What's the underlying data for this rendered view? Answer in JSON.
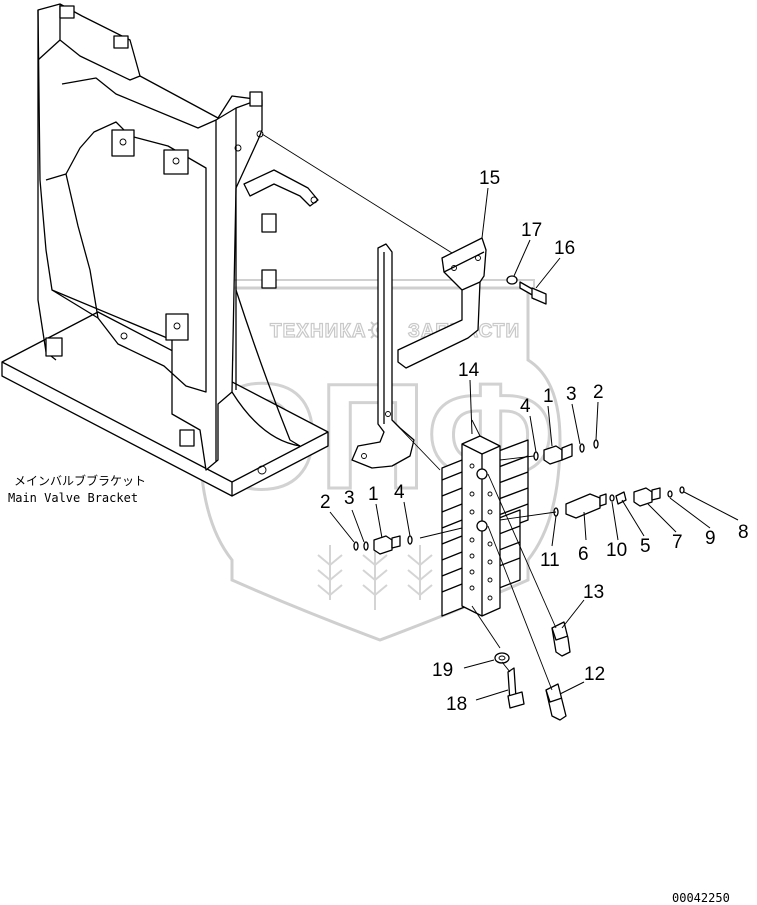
{
  "diagram": {
    "caption_jp": "メインバルブブラケット",
    "caption_en": "Main Valve Bracket",
    "drawing_number": "00042250",
    "watermark": {
      "left_word": "ТЕХНИКА",
      "right_word": "ЗАПЧАСТИ",
      "letters": "ЭПФ"
    },
    "callouts": [
      {
        "id": "c15",
        "text": "15"
      },
      {
        "id": "c17",
        "text": "17"
      },
      {
        "id": "c16",
        "text": "16"
      },
      {
        "id": "c14",
        "text": "14"
      },
      {
        "id": "c4a",
        "text": "4"
      },
      {
        "id": "c1a",
        "text": "1"
      },
      {
        "id": "c3a",
        "text": "3"
      },
      {
        "id": "c2a",
        "text": "2"
      },
      {
        "id": "c2b",
        "text": "2"
      },
      {
        "id": "c3b",
        "text": "3"
      },
      {
        "id": "c1b",
        "text": "1"
      },
      {
        "id": "c4b",
        "text": "4"
      },
      {
        "id": "c11",
        "text": "11"
      },
      {
        "id": "c6",
        "text": "6"
      },
      {
        "id": "c10",
        "text": "10"
      },
      {
        "id": "c5",
        "text": "5"
      },
      {
        "id": "c7",
        "text": "7"
      },
      {
        "id": "c9",
        "text": "9"
      },
      {
        "id": "c8",
        "text": "8"
      },
      {
        "id": "c13",
        "text": "13"
      },
      {
        "id": "c19",
        "text": "19"
      },
      {
        "id": "c12",
        "text": "12"
      },
      {
        "id": "c18",
        "text": "18"
      }
    ]
  }
}
